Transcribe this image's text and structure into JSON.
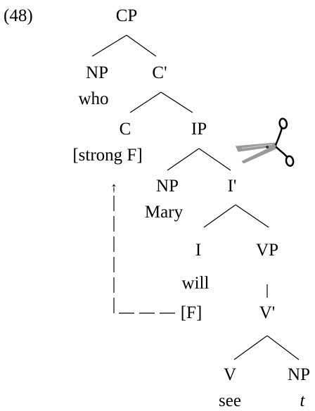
{
  "example_number": "(48)",
  "colors": {
    "ink": "#000000",
    "scissors_blade": "#9a9a9a",
    "background": "#ffffff"
  },
  "icons": {
    "scissors": "scissors-icon"
  },
  "tree": {
    "cp": "CP",
    "np_spec": "NP",
    "who": "who",
    "c_bar": "C'",
    "c": "C",
    "strong_f": "[strong F]",
    "ip": "IP",
    "np_subj": "NP",
    "mary": "Mary",
    "i_bar": "I'",
    "i": "I",
    "will": "will",
    "f": "[F]",
    "vp": "VP",
    "v_bar": "V'",
    "v": "V",
    "see": "see",
    "np_obj": "NP",
    "trace": "t",
    "arrow": "↑"
  }
}
